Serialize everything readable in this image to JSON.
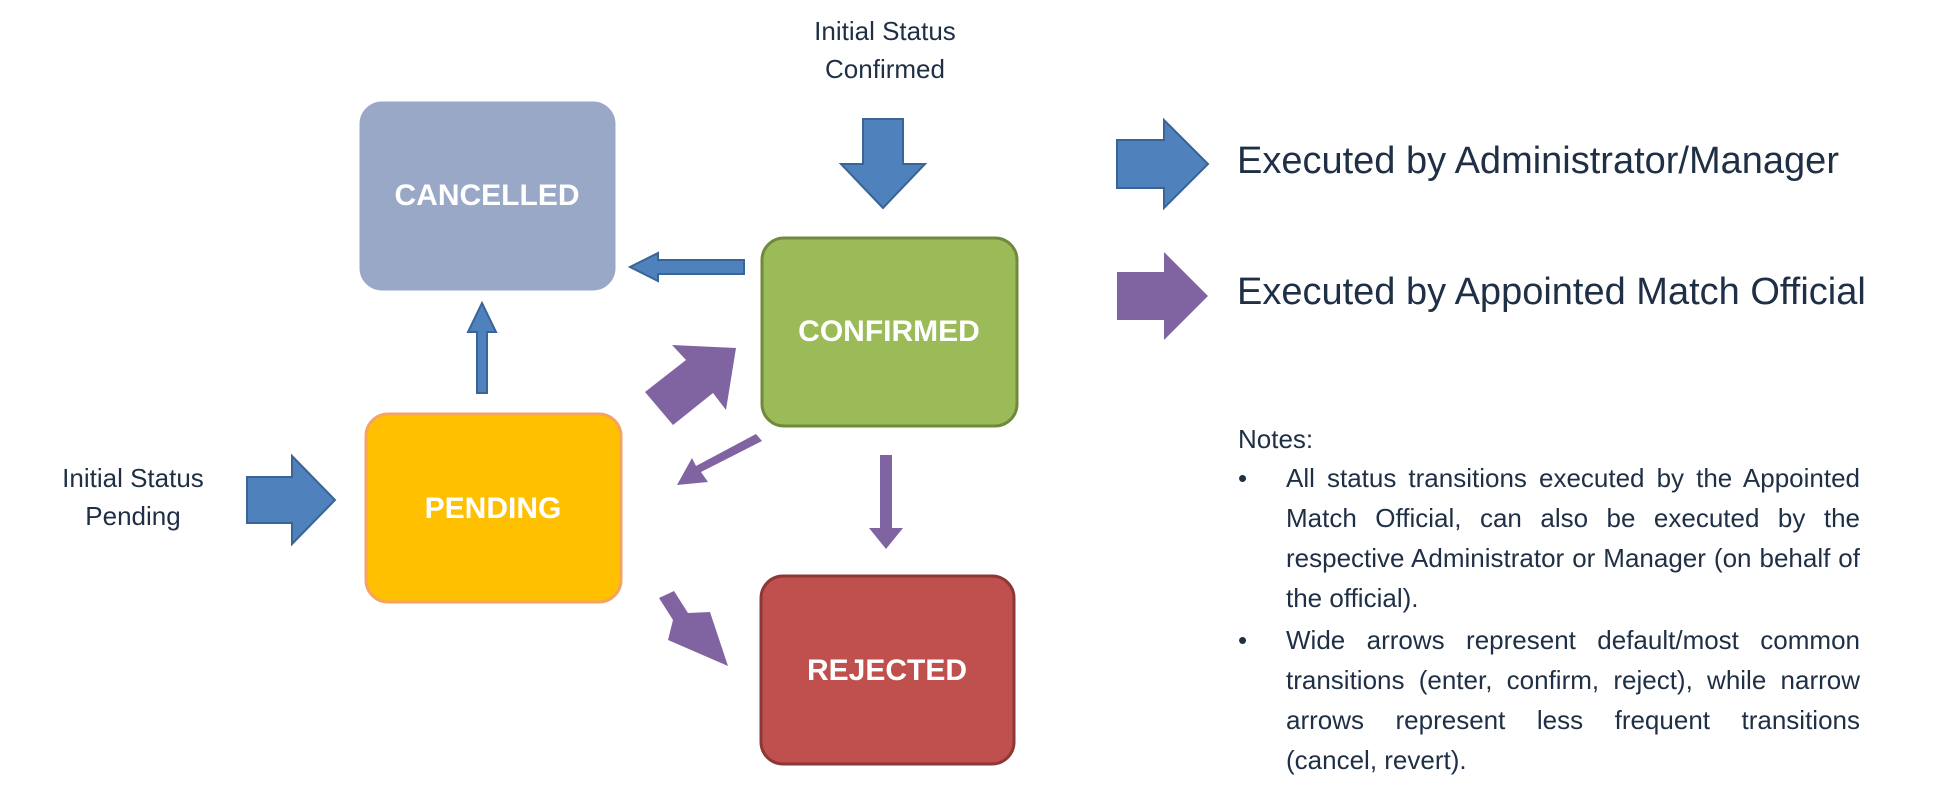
{
  "states": {
    "cancelled": {
      "label": "CANCELLED",
      "fill": "#9aa8c8",
      "stroke": "#9aa8c8"
    },
    "confirmed": {
      "label": "CONFIRMED",
      "fill": "#9bbb59",
      "stroke": "#71893f"
    },
    "pending": {
      "label": "PENDING",
      "fill": "#ffc000",
      "stroke": "#f4a460"
    },
    "rejected": {
      "label": "REJECTED",
      "fill": "#c0504d",
      "stroke": "#8c3836"
    }
  },
  "initial_labels": {
    "confirmed": [
      "Initial Status",
      "Confirmed"
    ],
    "pending": [
      "Initial Status",
      "Pending"
    ]
  },
  "legend": {
    "admin": {
      "label": "Executed by Administrator/Manager",
      "color": "#4f81bd"
    },
    "official": {
      "label": "Executed by Appointed Match Official",
      "color": "#8064a2"
    }
  },
  "notes": {
    "title": "Notes:",
    "bullet": "•",
    "items": [
      "All status transitions executed by the Appointed Match Official, can also be executed by the respective Administrator or Manager (on behalf of the official).",
      "Wide arrows represent default/most common transitions (enter, confirm, reject), while narrow arrows represent less frequent transitions (cancel, revert)."
    ]
  },
  "colors": {
    "admin_arrow": "#4f81bd",
    "admin_arrow_stroke": "#3a6496",
    "official_arrow": "#8064a2",
    "text": "#1f2f45"
  }
}
